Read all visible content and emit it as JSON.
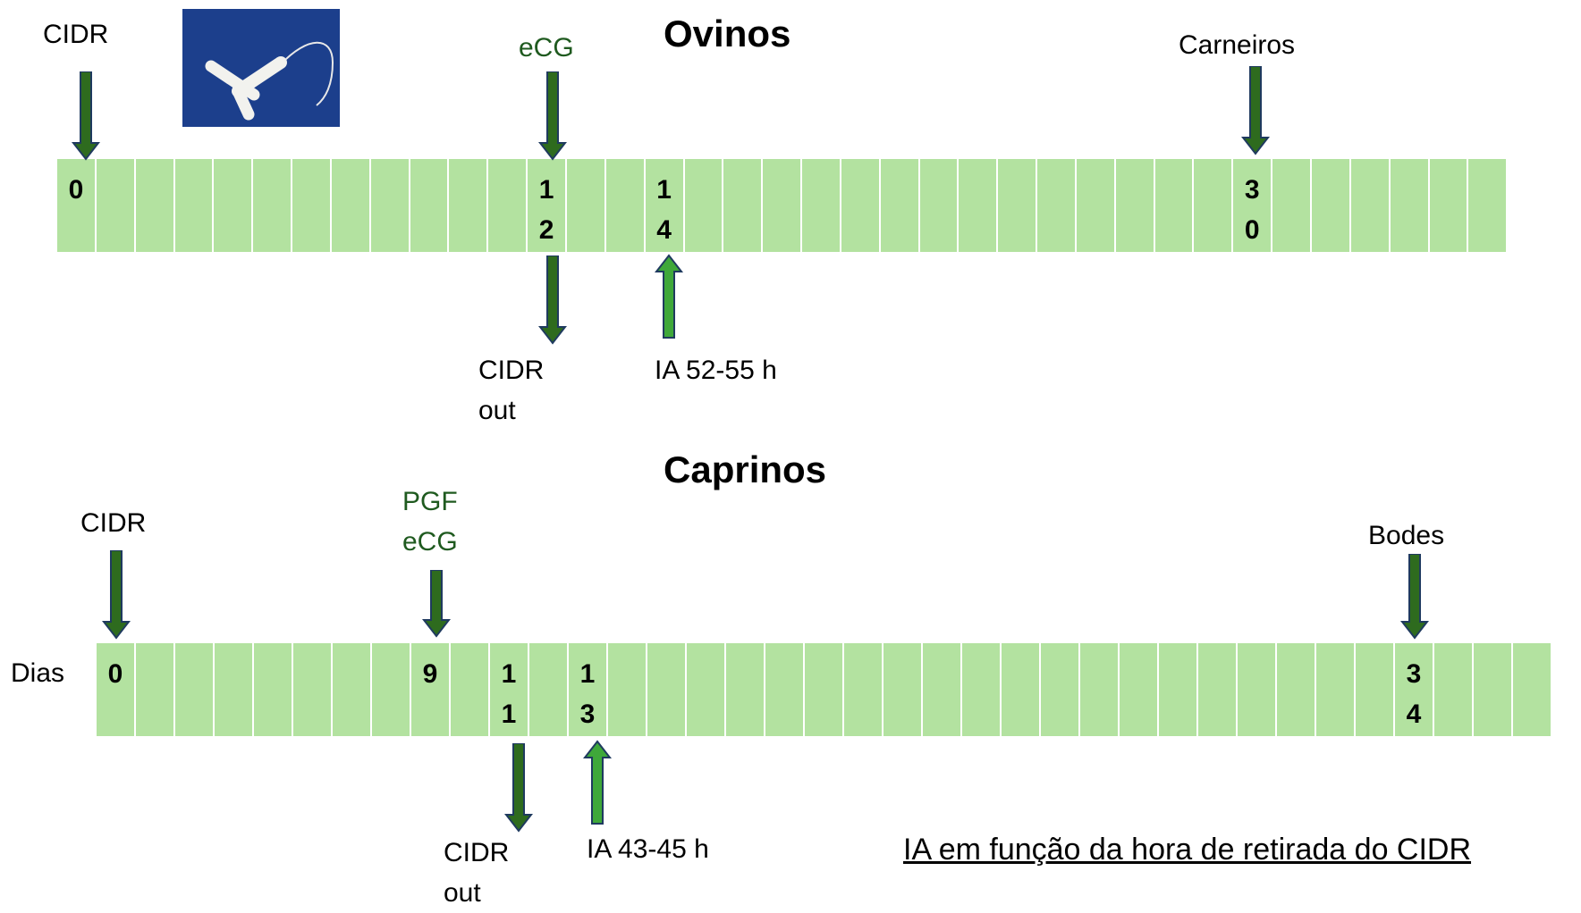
{
  "ovinos": {
    "title": "Ovinos",
    "label_cidr": "CIDR",
    "label_ecg": "eCG",
    "label_carneiros": "Carneiros",
    "label_cidr_out": "CIDR\nout",
    "label_ia": "IA 52-55 h",
    "day_labels": [
      {
        "cell": 0,
        "text": "0"
      },
      {
        "cell": 12,
        "text": "1\n2"
      },
      {
        "cell": 15,
        "text": "1\n4"
      },
      {
        "cell": 30,
        "text": "3\n0"
      }
    ]
  },
  "caprinos": {
    "title": "Caprinos",
    "row_label": "Dias",
    "label_cidr": "CIDR",
    "label_pgf_ecg": "PGF\neCG",
    "label_bodes": "Bodes",
    "label_cidr_out": "CIDR\nout",
    "label_ia": "IA 43-45 h",
    "day_labels": [
      {
        "cell": 0,
        "text": "0"
      },
      {
        "cell": 8,
        "text": "9"
      },
      {
        "cell": 10,
        "text": "1\n1"
      },
      {
        "cell": 12,
        "text": "1\n3"
      },
      {
        "cell": 33,
        "text": "3\n4"
      }
    ]
  },
  "footnote": "IA em função da hora de retirada do CIDR",
  "colors": {
    "cell_fill": "#b3e2a0",
    "arrow_dark": "#2e6b1e",
    "arrow_light": "#3fa83a",
    "arrow_outline": "#1f3a5f",
    "label_green": "#1f5a1f",
    "photo_bg": "#1c3f8c"
  },
  "icons": {
    "photo": "cidr-device-photo",
    "down_arrow": "down-arrow-icon",
    "up_arrow": "up-arrow-icon"
  }
}
